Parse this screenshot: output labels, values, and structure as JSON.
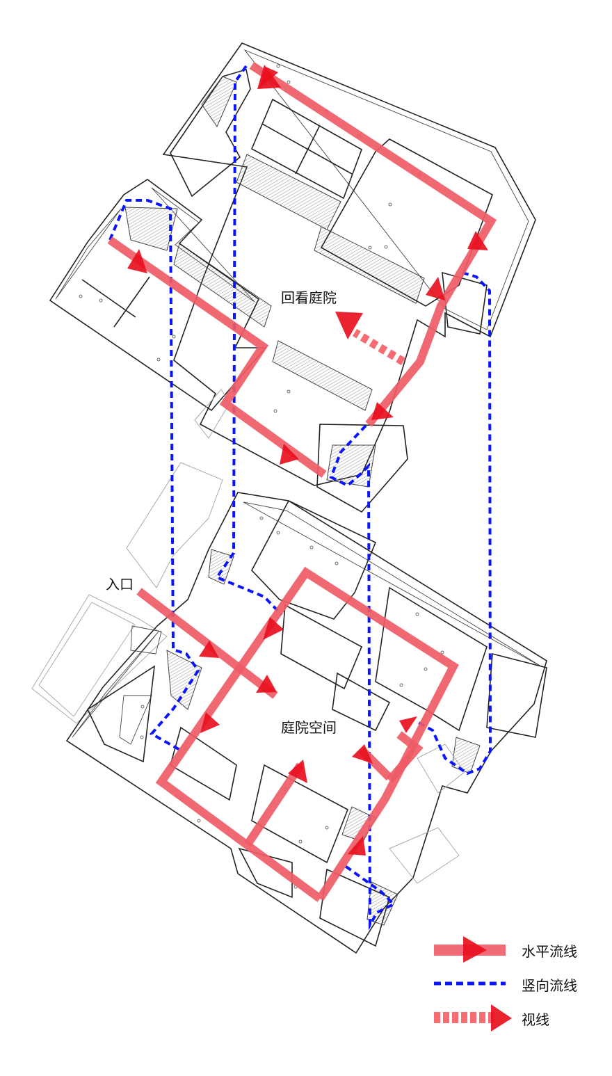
{
  "diagram": {
    "type": "architectural circulation diagram (exploded axonometric floor plans)",
    "labels": {
      "upper_view": "回看庭院",
      "entrance": "入口",
      "courtyard": "庭院空间"
    },
    "legend": {
      "items": [
        {
          "symbol": "solid-red-arrow",
          "label": "水平流线",
          "color": "#ee5b66"
        },
        {
          "symbol": "blue-dashed-line",
          "label": "竖向流线",
          "color": "#0a14ff"
        },
        {
          "symbol": "red-dashed-arrow",
          "label": "视线",
          "color": "#f76b73"
        }
      ]
    },
    "colors": {
      "horizontal_flow": "#ee5b66",
      "vertical_flow": "#0a14ff",
      "sightline": "#f76b73",
      "arrowhead": "#e8101f",
      "plan_lines": "#222222"
    }
  }
}
